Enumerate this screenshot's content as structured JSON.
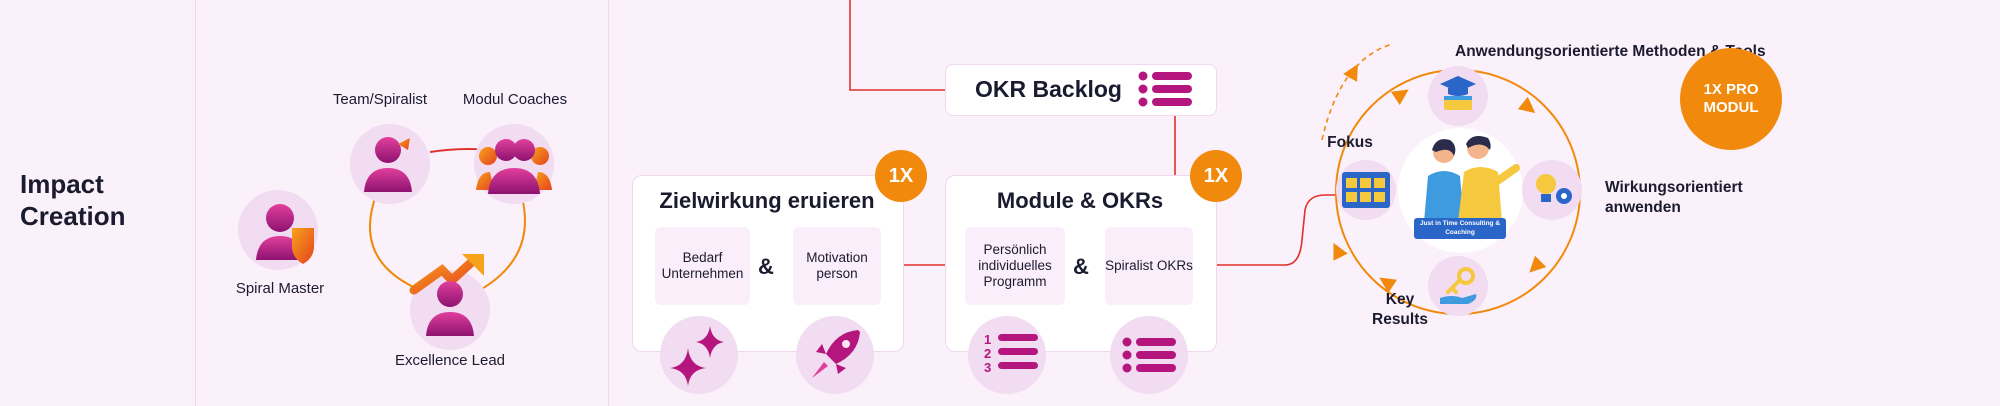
{
  "section": {
    "title": "Impact Creation"
  },
  "roles": {
    "spiral_master": "Spiral Master",
    "team_spiralist": "Team/Spiralist",
    "modul_coaches": "Modul Coaches",
    "excellence_lead": "Excellence Lead"
  },
  "backlog": {
    "title": "OKR Backlog"
  },
  "zielwirkung": {
    "title": "Zielwirkung eruieren",
    "badge": "1X",
    "left_box": "Bedarf Unternehmen",
    "right_box": "Motivation person",
    "amp": "&"
  },
  "module": {
    "title": "Module & OKRs",
    "badge": "1X",
    "left_box": "Persönlich individuelles Programm",
    "right_box": "Spiralist OKRs",
    "amp": "&",
    "list_numbers": [
      "1",
      "2",
      "3"
    ]
  },
  "cycle": {
    "top": "Anwendungsorientierte Methoden & Tools",
    "left": "Fokus",
    "right": "Wirkungsorientiert anwenden",
    "bottom": "Key Results",
    "center_caption": "Just in Time Consulting & Coaching",
    "badge": "1X PRO MODUL"
  },
  "colors": {
    "accent_orange": "#f18a0c",
    "accent_magenta": "#b5167e",
    "line_red": "#e0302a",
    "background": "#fbf1fb"
  }
}
